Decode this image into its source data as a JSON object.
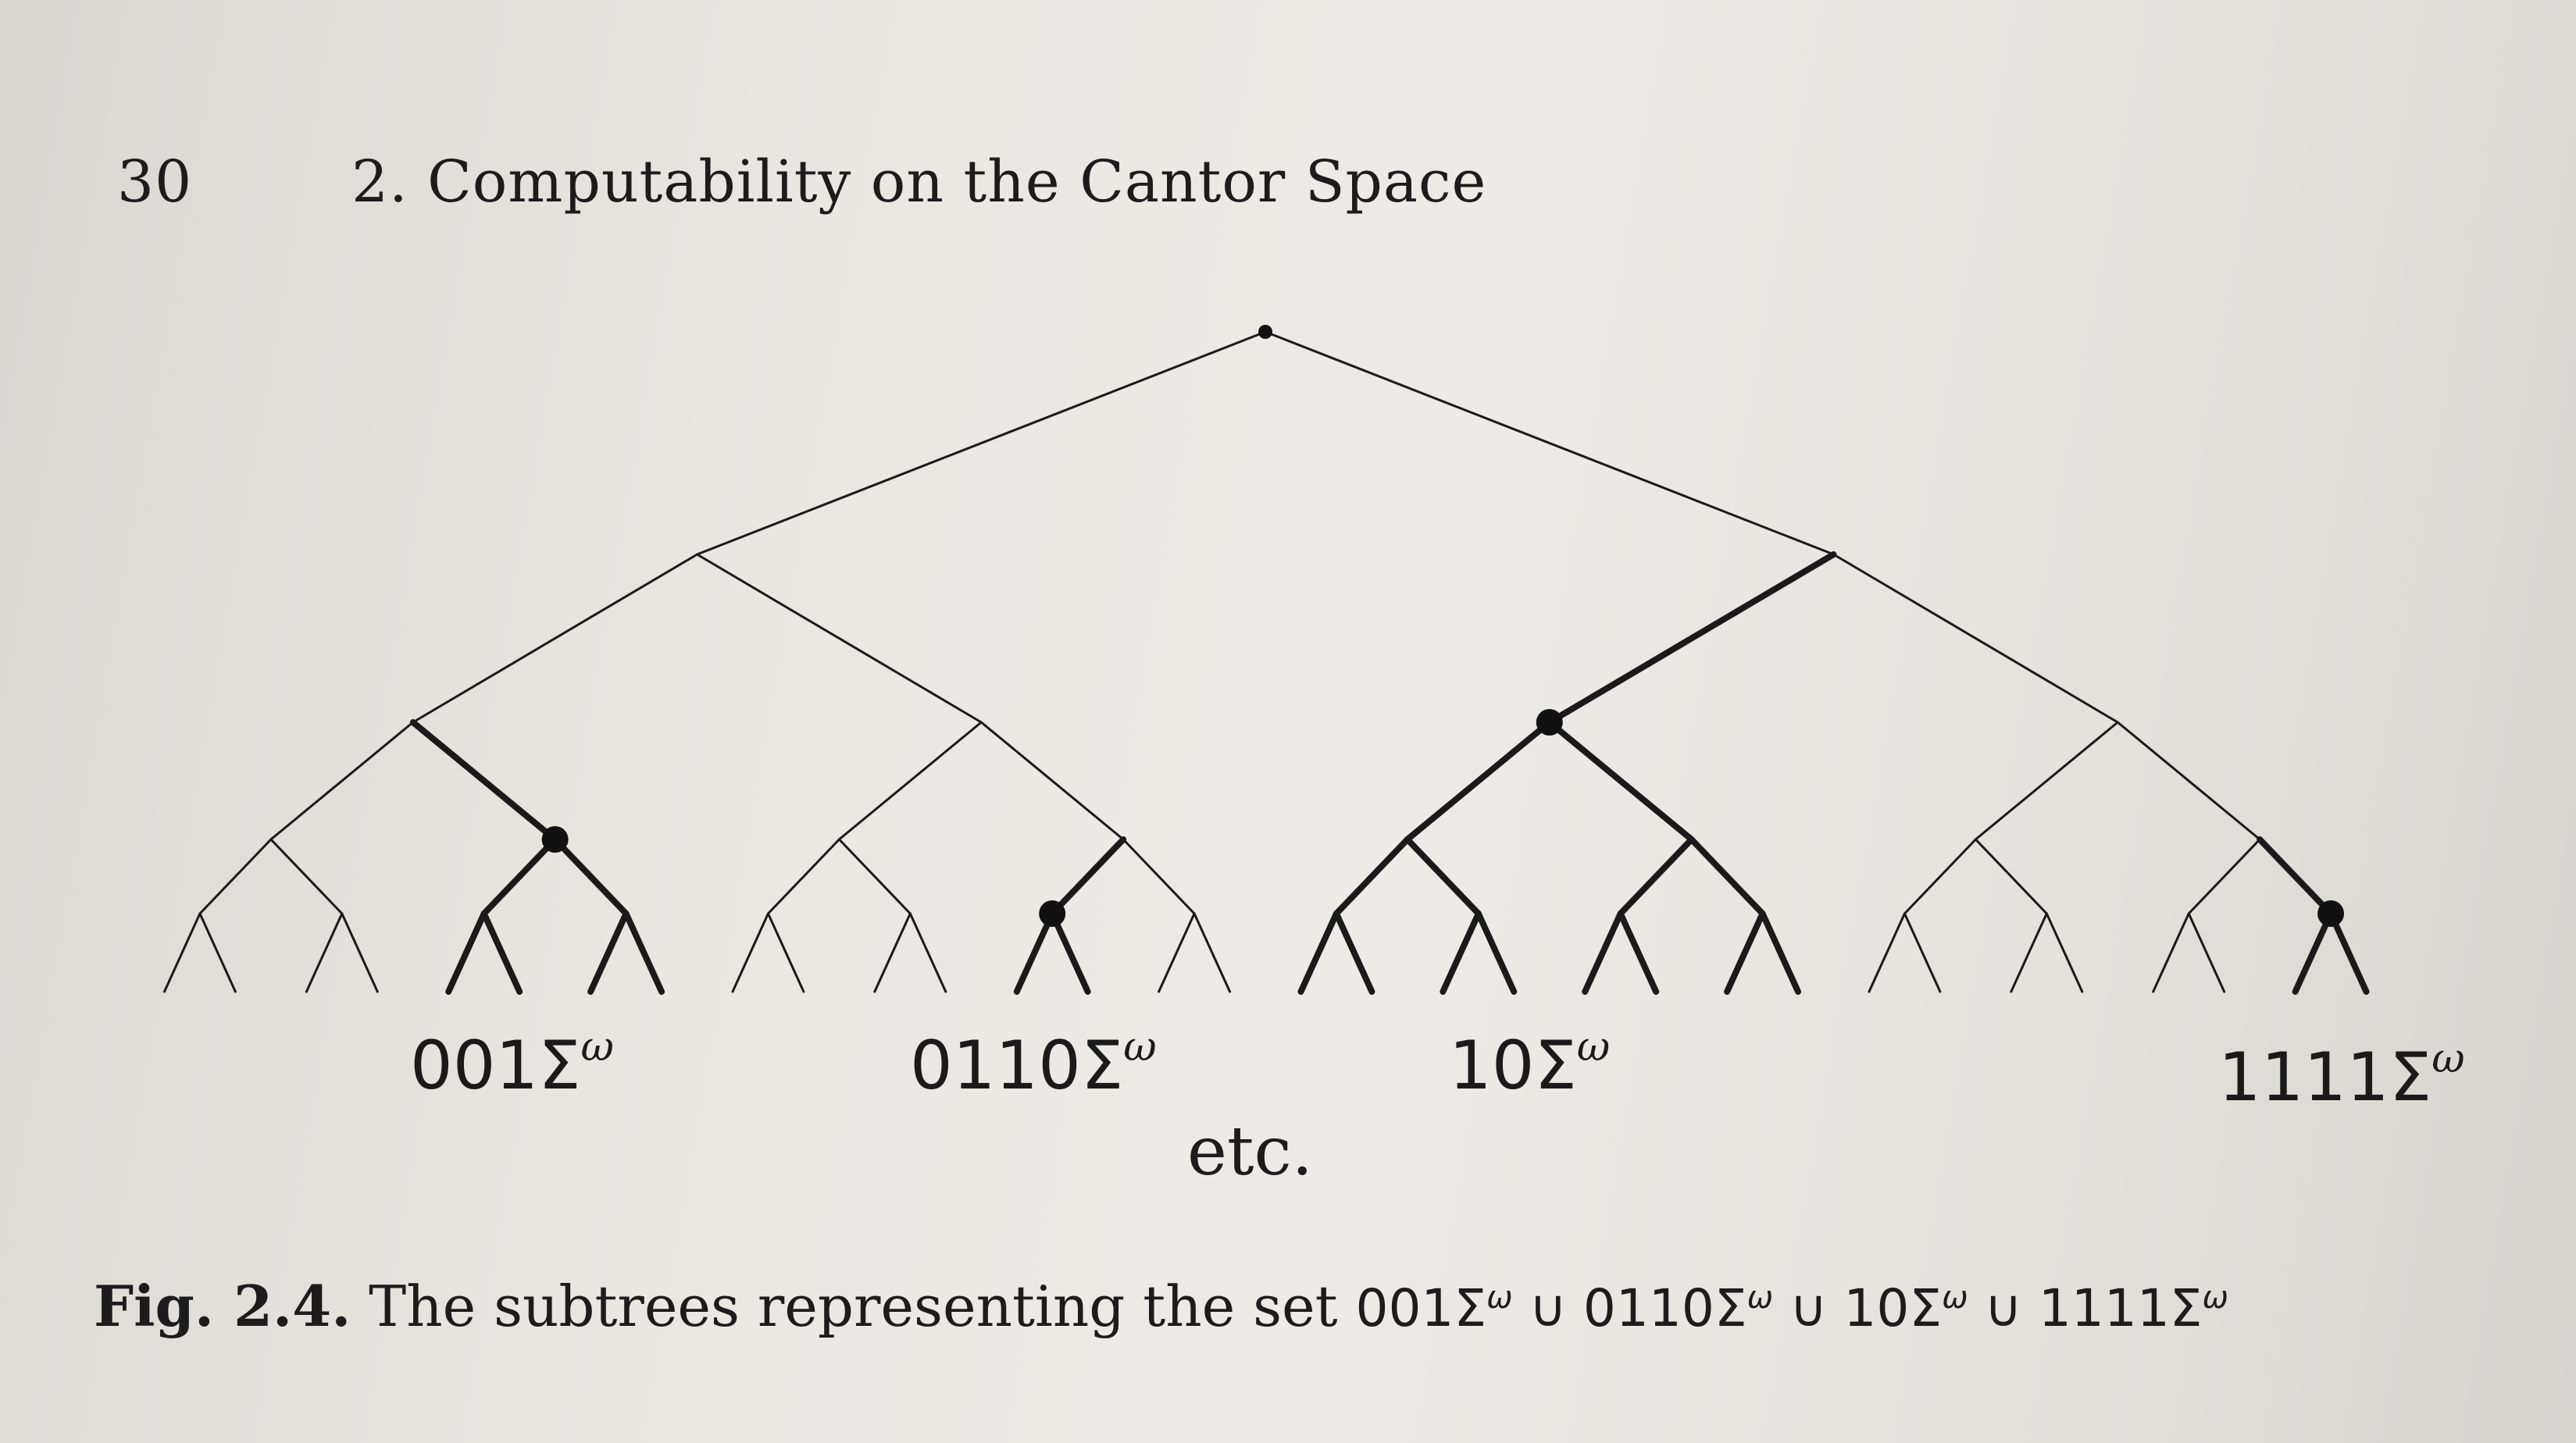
{
  "header": {
    "page_number": "30",
    "chapter_title": "2. Computability on the Cantor Space"
  },
  "figure": {
    "labels": [
      "001Σ",
      "0110Σ",
      "10Σ",
      "1111Σ"
    ],
    "superscript": "ω",
    "etc_text": "etc."
  },
  "caption": {
    "fig_label": "Fig. 2.4.",
    "text": "The subtrees representing the set",
    "set_expression": "001Σ^ω ∪ 0110Σ^ω ∪ 10Σ^ω ∪ 1111Σ^ω"
  }
}
